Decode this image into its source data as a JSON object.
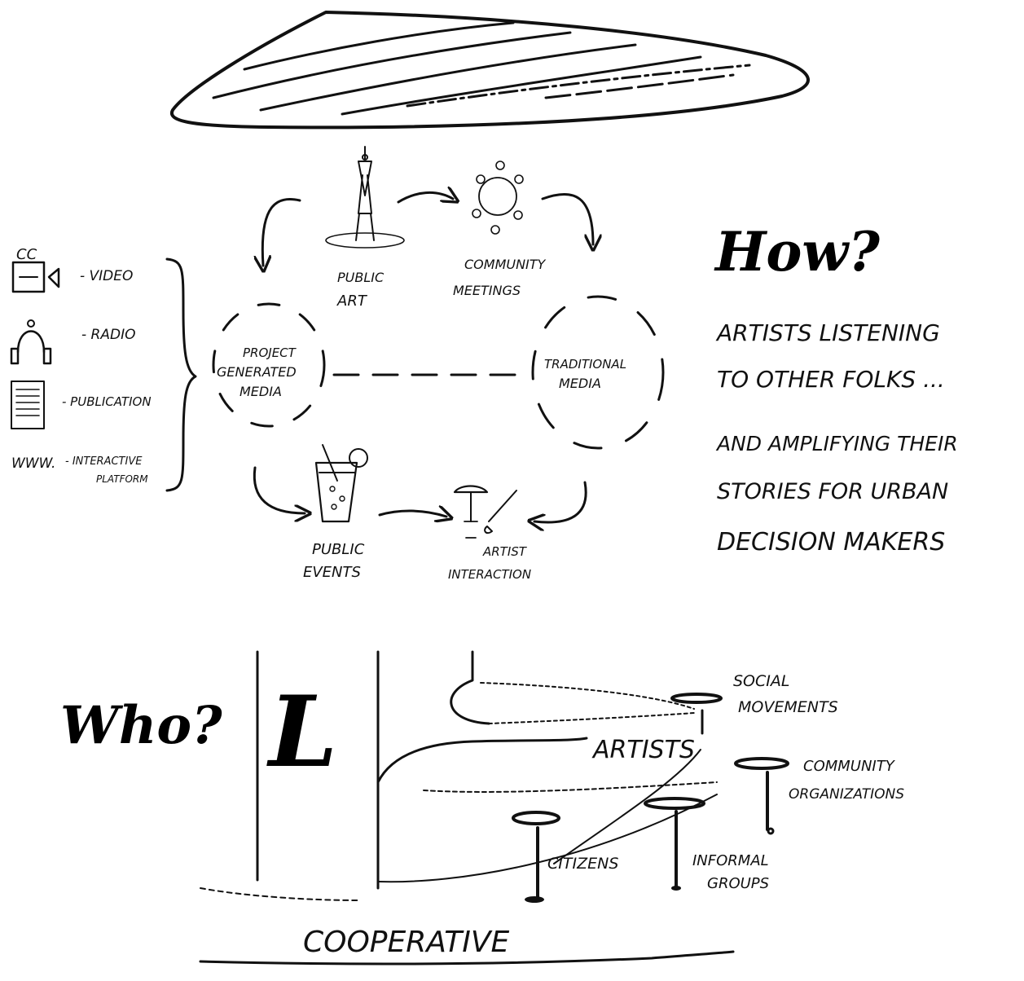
{
  "how": {
    "heading": "How?",
    "lines": [
      "ARTISTS LISTENING",
      "TO OTHER FOLKS ...",
      "AND AMPLIFYING THEIR",
      "STORIES FOR URBAN",
      "DECISION MAKERS"
    ]
  },
  "who": {
    "heading": "Who?"
  },
  "cycle": {
    "public_art": [
      "PUBLIC",
      "ART"
    ],
    "community_meetings": [
      "COMMUNITY",
      "MEETINGS"
    ],
    "project_media": [
      "PROJECT",
      "GENERATED",
      "MEDIA"
    ],
    "traditional_media": [
      "TRADITIONAL",
      "MEDIA"
    ],
    "public_events": [
      "PUBLIC",
      "EVENTS"
    ],
    "artist_interaction": [
      "ARTIST",
      "INTERACTION"
    ]
  },
  "media_types": {
    "video_icon_text": "CC",
    "video": "- VIDEO",
    "radio": "- RADIO",
    "publication": "- PUBLICATION",
    "www": "WWW.",
    "interactive": [
      "- INTERACTIVE",
      "PLATFORM"
    ]
  },
  "actors": {
    "artists": "ARTISTS",
    "social_movements": [
      "SOCIAL",
      "MOVEMENTS"
    ],
    "community_orgs": [
      "COMMUNITY",
      "ORGANIZATIONS"
    ],
    "citizens": "CITIZENS",
    "informal_groups": [
      "INFORMAL",
      "GROUPS"
    ],
    "cooperative": "COOPERATIVE",
    "logo_letter": "L"
  }
}
